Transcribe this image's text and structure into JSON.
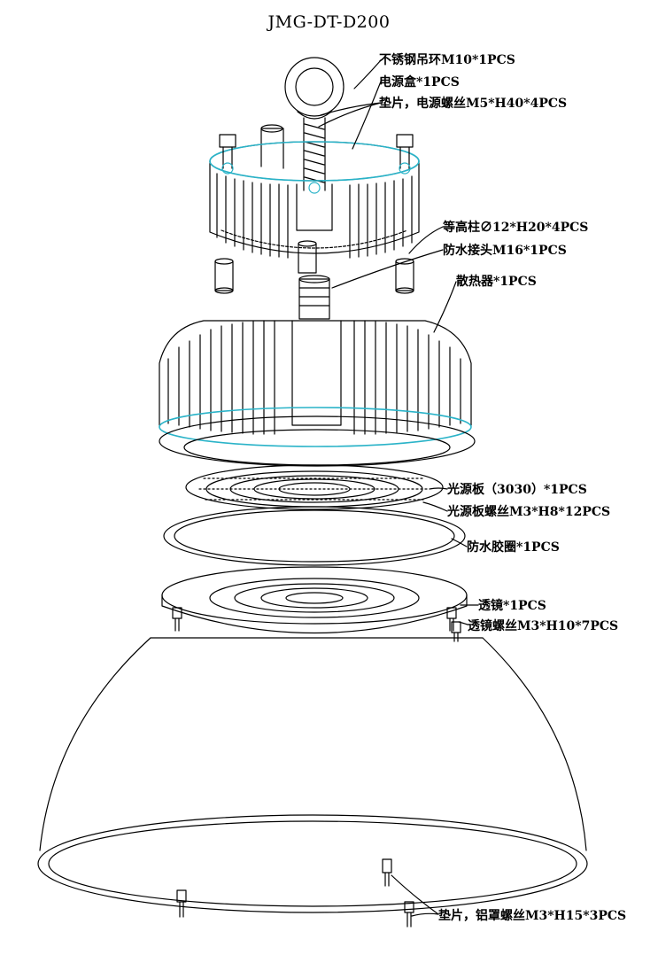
{
  "title": "JMG-DT-D200",
  "labels": {
    "eye_bolt": "不锈钢吊环M10*1PCS",
    "power_box": "电源盒*1PCS",
    "washer_power_screw": "垫片，电源螺丝M5*H40*4PCS",
    "standoff": "等高柱∅12*H20*4PCS",
    "waterproof_connector": "防水接头M16*1PCS",
    "heatsink": "散热器*1PCS",
    "light_board": "光源板（3030）*1PCS",
    "light_board_screw": "光源板螺丝M3*H8*12PCS",
    "waterproof_gasket": "防水胶圈*1PCS",
    "lens": "透镜*1PCS",
    "lens_screw": "透镜螺丝M3*H10*7PCS",
    "reflector_screw": "垫片，铝罩螺丝M3*H15*3PCS"
  },
  "colors": {
    "line": "#000000",
    "accent": "#2ab3c8"
  }
}
